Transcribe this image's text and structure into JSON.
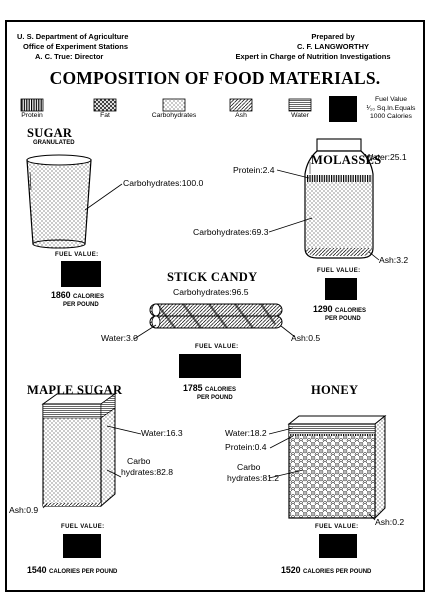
{
  "header": {
    "left": [
      "U. S. Department of Agriculture",
      "Office of Experiment Stations",
      "A. C. True: Director"
    ],
    "right": [
      "Prepared by",
      "C. F. LANGWORTHY",
      "Expert in Charge of Nutrition Investigations"
    ]
  },
  "title": "COMPOSITION OF FOOD MATERIALS.",
  "legend": {
    "items": [
      {
        "label": "Protein",
        "pattern": "vertical-lines"
      },
      {
        "label": "Fat",
        "pattern": "crosshatch"
      },
      {
        "label": "Carbohydrates",
        "pattern": "stipple"
      },
      {
        "label": "Ash",
        "pattern": "diagonal-lines"
      },
      {
        "label": "Water",
        "pattern": "fine-lines"
      }
    ],
    "fuel_lines": [
      "Fuel Value",
      "¹⁄₁₀ Sq.In.Equals",
      "1000 Calories"
    ]
  },
  "fuel_label": "FUEL VALUE:",
  "foods": {
    "sugar": {
      "name": "SUGAR",
      "sub": "GRANULATED",
      "carbohydrates": "Carbohydrates:100.0",
      "calories": "1860",
      "unit1": "CALORIES",
      "unit2": "PER POUND"
    },
    "molasses": {
      "name": "MOLASSES",
      "water": "Water:25.1",
      "protein": "Protein:2.4",
      "carbohydrates": "Carbohydrates:69.3",
      "ash": "Ash:3.2",
      "calories": "1290",
      "unit1": "CALORIES",
      "unit2": "PER POUND"
    },
    "stick_candy": {
      "name": "STICK CANDY",
      "carbohydrates": "Carbohydrates:96.5",
      "water": "Water:3.0",
      "ash": "Ash:0.5",
      "calories": "1785",
      "unit1": "CALORIES",
      "unit2": "PER POUND"
    },
    "maple_sugar": {
      "name": "MAPLE SUGAR",
      "water": "Water:16.3",
      "carbo1": "Carbo",
      "carbo2": "hydrates:82.8",
      "ash": "Ash:0.9",
      "calories": "1540",
      "unit": "CALORIES PER POUND"
    },
    "honey": {
      "name": "HONEY",
      "water": "Water:18.2",
      "protein": "Protein:0.4",
      "carbo1": "Carbo",
      "carbo2": "hydrates:81.2",
      "ash": "Ash:0.2",
      "calories": "1520",
      "unit": "CALORIES PER POUND"
    }
  },
  "colors": {
    "ink": "#000000",
    "paper": "#ffffff"
  }
}
